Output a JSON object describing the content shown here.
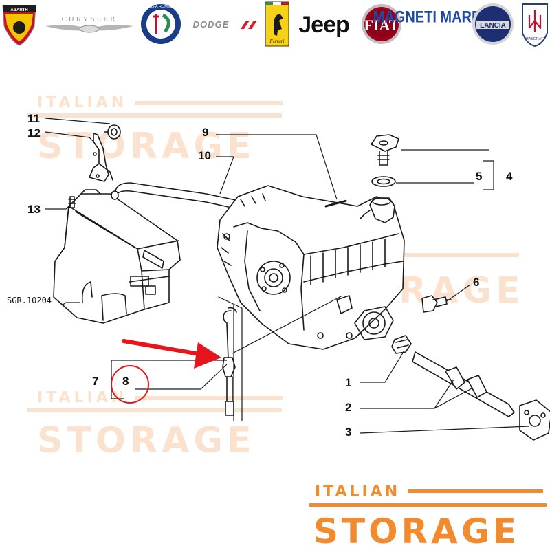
{
  "brands": [
    {
      "name": "ABARTH"
    },
    {
      "name": "CHRYSLER"
    },
    {
      "name": "ALFA ROMEO"
    },
    {
      "name": "DODGE"
    },
    {
      "name": "Ferrari"
    },
    {
      "name": "Jeep"
    },
    {
      "name": "FIAT"
    },
    {
      "name": "MAGNETI MARELLI"
    },
    {
      "name": "LANCIA"
    },
    {
      "name": "MASERATI"
    }
  ],
  "callouts": {
    "c1": "1",
    "c2": "2",
    "c3": "3",
    "c4": "4",
    "c5": "5",
    "c6": "6",
    "c7": "7",
    "c8": "8",
    "c9": "9",
    "c10": "10",
    "c11": "11",
    "c12": "12",
    "c13": "13",
    "ref": "SGR.10204"
  },
  "watermark": {
    "line1": "ITALIAN",
    "line2": "STORAGE"
  },
  "footer_logo": {
    "line1": "ITALIAN",
    "line2": "STORAGE"
  },
  "colors": {
    "accent_orange": "#f28a2e",
    "watermark_orange": "#fbe2cf",
    "highlight_red": "#e8141b",
    "line": "#1a1a1a"
  }
}
